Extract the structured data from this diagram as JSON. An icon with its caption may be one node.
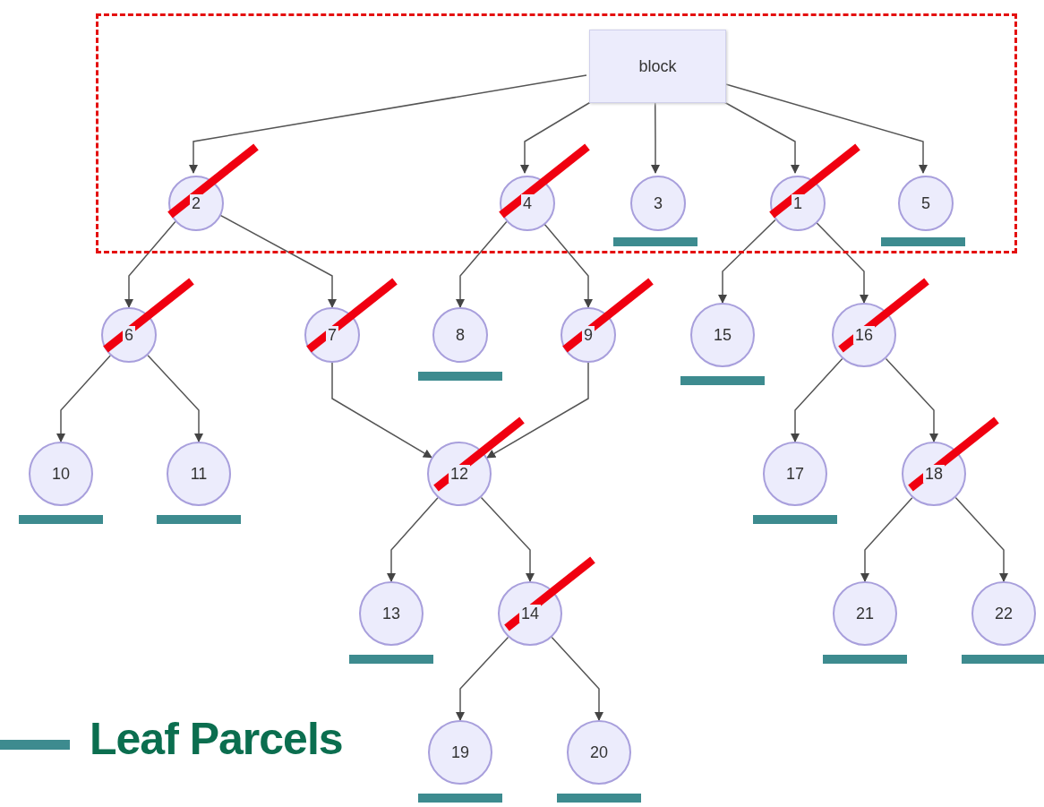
{
  "diagram": {
    "nodes": [
      {
        "text": [],
        "shape": "box"
      },
      {
        "text": [
          "block"
        ],
        "in": 0
      },
      {
        "text": [
          "2"
        ],
        "in": 0
      },
      {
        "text": [
          "4"
        ],
        "in": 0
      },
      {
        "text": [
          "3"
        ],
        "in": 0
      },
      {
        "text": [
          "1"
        ],
        "in": 0
      },
      {
        "text": [
          "5"
        ],
        "in": 0
      },
      {
        "text": [
          "6"
        ]
      },
      {
        "text": [
          "7"
        ]
      },
      {
        "text": [
          "8"
        ]
      },
      {
        "text": [
          "9"
        ]
      },
      {
        "text": [
          "15"
        ]
      },
      {
        "text": [
          "16"
        ]
      },
      {
        "text": [
          "10"
        ]
      },
      {
        "text": [
          "11"
        ]
      },
      {
        "text": [
          "12"
        ]
      },
      {
        "text": [
          "17"
        ]
      },
      {
        "text": [
          "18"
        ]
      },
      {
        "text": [
          "13"
        ]
      },
      {
        "text": [
          "14"
        ]
      },
      {
        "text": [
          "21"
        ]
      },
      {
        "text": [
          "22"
        ]
      },
      {
        "text": [
          "19"
        ]
      },
      {
        "text": [
          "20"
        ]
      }
    ],
    "edges": [
      {
        "from": 1,
        "to": 2,
        "arrow": "to"
      },
      {
        "from": 1,
        "to": 3,
        "arrow": "to"
      },
      {
        "from": 1,
        "to": 4,
        "arrow": "to"
      },
      {
        "from": 1,
        "to": 5,
        "arrow": "to"
      },
      {
        "from": 1,
        "to": 6,
        "arrow": "to"
      },
      {
        "from": 2,
        "to": 7,
        "arrow": "to"
      },
      {
        "from": 2,
        "to": 8,
        "arrow": "to"
      },
      {
        "from": 3,
        "to": 9,
        "arrow": "to"
      },
      {
        "from": 3,
        "to": 10,
        "arrow": "to"
      },
      {
        "from": 5,
        "to": 11,
        "arrow": "to"
      },
      {
        "from": 5,
        "to": 12,
        "arrow": "to"
      },
      {
        "from": 7,
        "to": 13,
        "arrow": "to"
      },
      {
        "from": 7,
        "to": 14,
        "arrow": "to"
      },
      {
        "from": 8,
        "to": 15,
        "arrow": "to"
      },
      {
        "from": 10,
        "to": 15,
        "arrow": "to"
      },
      {
        "from": 12,
        "to": 16,
        "arrow": "to"
      },
      {
        "from": 12,
        "to": 17,
        "arrow": "to"
      },
      {
        "from": 15,
        "to": 18,
        "arrow": "to"
      },
      {
        "from": 15,
        "to": 19,
        "arrow": "to"
      },
      {
        "from": 17,
        "to": 20,
        "arrow": "to"
      },
      {
        "from": 17,
        "to": 21,
        "arrow": "to"
      },
      {
        "from": 19,
        "to": 22,
        "arrow": "to"
      },
      {
        "from": 19,
        "to": 23,
        "arrow": "to"
      }
    ],
    "legend": [
      {
        "text": "Leaf Parcels",
        "color": "#3d8b8f"
      }
    ]
  }
}
